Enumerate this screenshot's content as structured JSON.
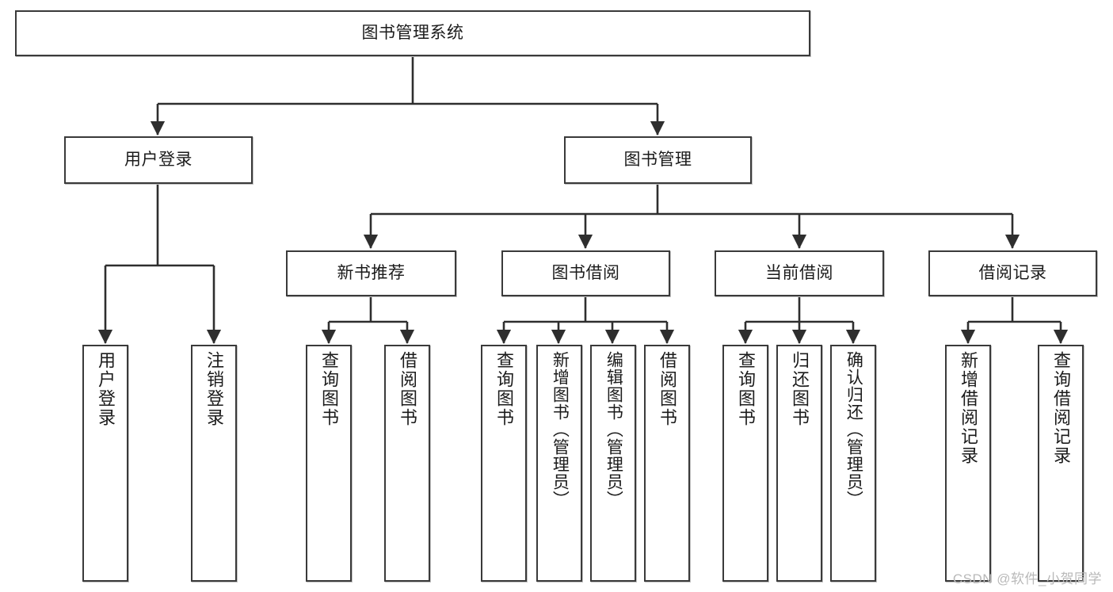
{
  "diagram": {
    "type": "tree",
    "title": "图书管理系统",
    "orientation": "top-down",
    "colors": {
      "box_border": "#3a3a3a",
      "box_fill": "#ffffff",
      "edge": "#2e2e2e",
      "text": "#1b1b1b",
      "watermark": "#b9b9b9",
      "canvas": "#ffffff"
    },
    "watermark": "CSDN @软件_小贺同学",
    "levels": {
      "root": {
        "label": "图书管理系统"
      },
      "level2": [
        {
          "id": "user-login",
          "label": "用户登录"
        },
        {
          "id": "book-manage",
          "label": "图书管理"
        }
      ],
      "level3": [
        {
          "id": "new-book-recommend",
          "label": "新书推荐",
          "parent": "book-manage"
        },
        {
          "id": "book-borrow",
          "label": "图书借阅",
          "parent": "book-manage"
        },
        {
          "id": "current-borrow",
          "label": "当前借阅",
          "parent": "book-manage"
        },
        {
          "id": "borrow-record",
          "label": "借阅记录",
          "parent": "book-manage"
        }
      ],
      "leaves": [
        {
          "id": "leaf-user-login",
          "label": "用户登录",
          "parent": "user-login"
        },
        {
          "id": "leaf-user-logout",
          "label": "注销登录",
          "parent": "user-login"
        },
        {
          "id": "leaf-query-book-1",
          "label": "查询图书",
          "parent": "new-book-recommend"
        },
        {
          "id": "leaf-borrow-book-1",
          "label": "借阅图书",
          "parent": "new-book-recommend"
        },
        {
          "id": "leaf-query-book-2",
          "label": "查询图书",
          "parent": "book-borrow"
        },
        {
          "id": "leaf-add-book",
          "label": "新增图书（管理员）",
          "parent": "book-borrow"
        },
        {
          "id": "leaf-edit-book",
          "label": "编辑图书（管理员）",
          "parent": "book-borrow"
        },
        {
          "id": "leaf-borrow-book-2",
          "label": "借阅图书",
          "parent": "book-borrow"
        },
        {
          "id": "leaf-query-book-3",
          "label": "查询图书",
          "parent": "current-borrow"
        },
        {
          "id": "leaf-return-book",
          "label": "归还图书",
          "parent": "current-borrow"
        },
        {
          "id": "leaf-confirm-return",
          "label": "确认归还（管理员）",
          "parent": "current-borrow"
        },
        {
          "id": "leaf-add-record",
          "label": "新增借阅记录",
          "parent": "borrow-record"
        },
        {
          "id": "leaf-query-record",
          "label": "查询借阅记录",
          "parent": "borrow-record"
        }
      ]
    }
  }
}
